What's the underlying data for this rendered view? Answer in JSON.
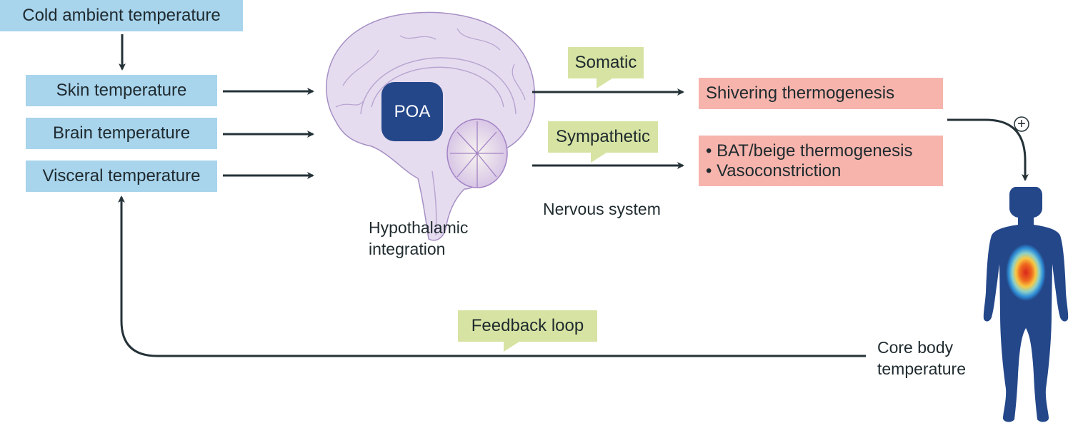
{
  "diagram": {
    "title": "Thermoregulation feedback loop",
    "inputs": {
      "cold_ambient": "Cold ambient temperature",
      "skin": "Skin temperature",
      "brain": "Brain temperature",
      "visceral": "Visceral temperature"
    },
    "brain": {
      "region": "POA",
      "caption_line1": "Hypothalamic",
      "caption_line2": "integration"
    },
    "pathways": {
      "somatic": "Somatic",
      "sympathetic": "Sympathetic",
      "nervous_system": "Nervous system"
    },
    "outputs": {
      "shivering": "Shivering thermogenesis",
      "bat": "• BAT/beige thermogenesis",
      "vaso": "• Vasoconstriction"
    },
    "body": {
      "plus_symbol": "+",
      "caption_line1": "Core body",
      "caption_line2": "temperature"
    },
    "feedback": "Feedback loop",
    "colors": {
      "input_box": "#a8d4ec",
      "output_box": "#f6b4ac",
      "callout": "#d6e3a3",
      "poa": "#24478a",
      "body": "#24478a",
      "arrow": "#243238",
      "brain_fill": "#e6dcef"
    }
  }
}
